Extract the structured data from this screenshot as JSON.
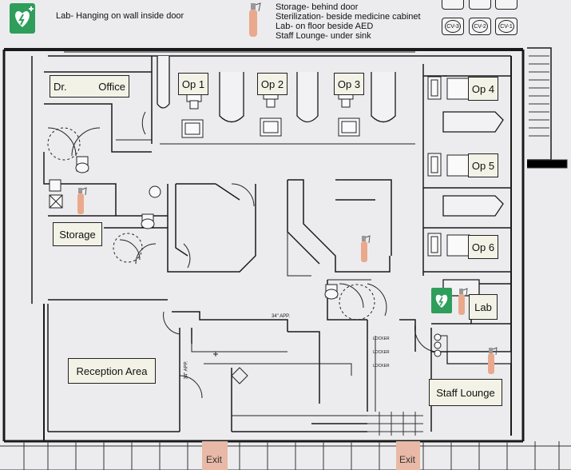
{
  "legend": {
    "aed_note": "Lab- Hanging on wall inside door",
    "extinguisher_notes": [
      "Storage- behind door",
      "Sterilization- beside medicine cabinet",
      "Lab- on floor beside AED",
      "Staff Lounge- under sink"
    ]
  },
  "valves": [
    "CV-1",
    "CV-2",
    "CV-3"
  ],
  "rooms": {
    "dr_office_prefix": "Dr.",
    "dr_office_suffix": "Office",
    "op1": "Op 1",
    "op2": "Op 2",
    "op3": "Op 3",
    "op4": "Op 4",
    "op5": "Op 5",
    "op6": "Op 6",
    "storage": "Storage",
    "lab": "Lab",
    "reception": "Reception Area",
    "staff_lounge": "Staff Lounge"
  },
  "dimensions": [
    "34\" APP.",
    "34\" APP."
  ],
  "lockers": [
    "LOCKER",
    "LOCKER",
    "LOCKER"
  ],
  "exits": [
    "Exit",
    "Exit"
  ],
  "colors": {
    "aed_green": "#2e9e5a",
    "extinguisher": "#e9a98c",
    "label_fill": "#f3f2e6",
    "exit_fill": "#e8b9a6"
  },
  "icons": [
    "aed-icon",
    "fire-extinguisher-icon"
  ]
}
